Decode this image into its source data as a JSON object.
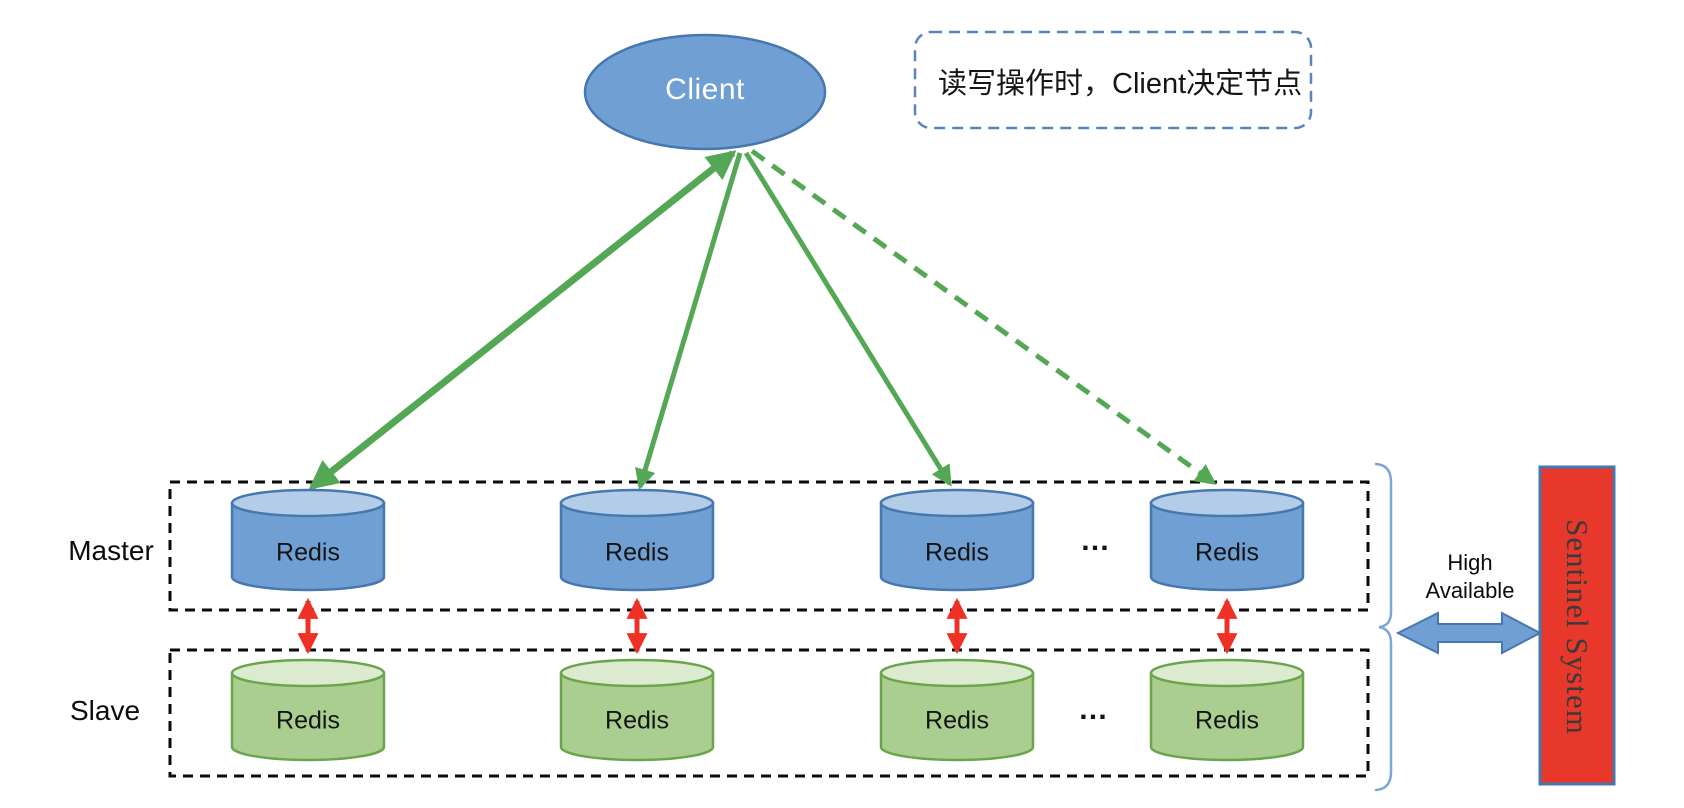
{
  "client": {
    "label": "Client"
  },
  "annotation": {
    "text": "读写操作时，Client决定节点"
  },
  "groups": {
    "master": {
      "label": "Master",
      "nodes": [
        "Redis",
        "Redis",
        "Redis",
        "Redis"
      ],
      "more": "…"
    },
    "slave": {
      "label": "Slave",
      "nodes": [
        "Redis",
        "Redis",
        "Redis",
        "Redis"
      ],
      "more": "…"
    }
  },
  "right": {
    "high_available": "High Available",
    "sentinel": "Sentinel System"
  },
  "colors": {
    "node_blue_body": "#6f9fd3",
    "node_blue_top": "#b3cde9",
    "node_blue_border": "#4677ae",
    "node_green_body": "#a9ce8f",
    "node_green_top": "#dcebd0",
    "node_green_border": "#6aa54c",
    "client_fill": "#6f9fd3",
    "client_border": "#4677ae",
    "arrow_green": "#54a754",
    "arrow_red": "#ee3124",
    "arrow_blue_fill": "#6f9fd3",
    "arrow_blue_border": "#4677ae",
    "annotation_border": "#5b84b8",
    "brace_blue": "#7da7d8",
    "sentinel_red": "#e8382c",
    "sentinel_border": "#4677ae",
    "box_border": "#0a0a0a"
  }
}
